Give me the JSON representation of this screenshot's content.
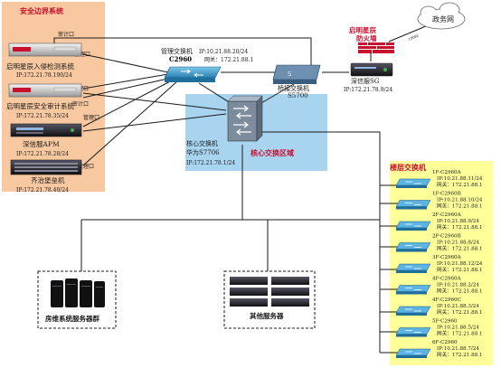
{
  "security_zone": {
    "title": "安全边界系统"
  },
  "devices": {
    "ids": {
      "name": "启明星辰入侵检测系统",
      "ip": "IP:172.21.78.190/24"
    },
    "audit": {
      "name": "启明星辰安全审计系统",
      "ip": "IP:172.21.78.35/24"
    },
    "apm": {
      "name": "深信服APM",
      "ip": "IP:172.21.78.28/24"
    },
    "storage": {
      "name": "齐治堡垒机",
      "ip": "IP:172.21.78.40/24"
    }
  },
  "port_labels": {
    "audit_port": "审计口",
    "mgmt_port": "管理口"
  },
  "mgmt_switch": {
    "title": "管理交换机",
    "model": "C2960",
    "ip": "IP:10.21.88.20/24",
    "gw": "网关：172.21.88.1"
  },
  "bridge_switch": {
    "title": "桥接交换机",
    "model": "S5700"
  },
  "firewall": {
    "title_line1": "启明星辰",
    "title_line2": "防火墙"
  },
  "gov_net": {
    "label": "政务网",
    "link_label": "100M"
  },
  "sangfor_sg": {
    "name": "深信服SG",
    "ip": "IP:172.21.78.9/24"
  },
  "core_switch": {
    "title": "核心交换机",
    "model": "华为S7706",
    "ip": "IP:172.21.78.1/24",
    "zone": "核心交换区域"
  },
  "floor_switches": {
    "title": "楼层交换机",
    "items": [
      {
        "name": "1F-C2960A",
        "ip": "IP:10.21.88.11/24",
        "gw": "网关：172.21.88.1"
      },
      {
        "name": "1F-C2960B",
        "ip": "IP:10.21.88.10/24",
        "gw": "网关：172.21.88.1"
      },
      {
        "name": "2F-C2960A",
        "ip": "IP:10.21.88.9/24",
        "gw": "网关：172.21.88.1"
      },
      {
        "name": "2F-C2960B",
        "ip": "IP:10.21.88.8/24",
        "gw": "网关：172.21.88.1"
      },
      {
        "name": "3F-C2960A",
        "ip": "IP:10.21.88.12/24",
        "gw": "网关：172.21.88.1"
      },
      {
        "name": "4F-C2960A",
        "ip": "IP:10.21.88.2/24",
        "gw": "网关：172.21.88.1"
      },
      {
        "name": "4F-C2960C",
        "ip": "IP:10.21.88.3/24",
        "gw": "网关：172.21.88.1"
      },
      {
        "name": "5F-C2960",
        "ip": "IP:10.21.88.5/24",
        "gw": "网关：172.21.88.1"
      },
      {
        "name": "6F-C2960",
        "ip": "IP:10.21.88.7/24",
        "gw": "网关：172.21.88.1"
      }
    ]
  },
  "server_groups": {
    "housing": "房维系统服务器群",
    "other": "其他服务器"
  },
  "colors": {
    "security_bg": "#f8c8a0",
    "core_bg": "#a8d4f0",
    "floor_bg": "#ffff9a",
    "line": "#1a1a1a"
  }
}
